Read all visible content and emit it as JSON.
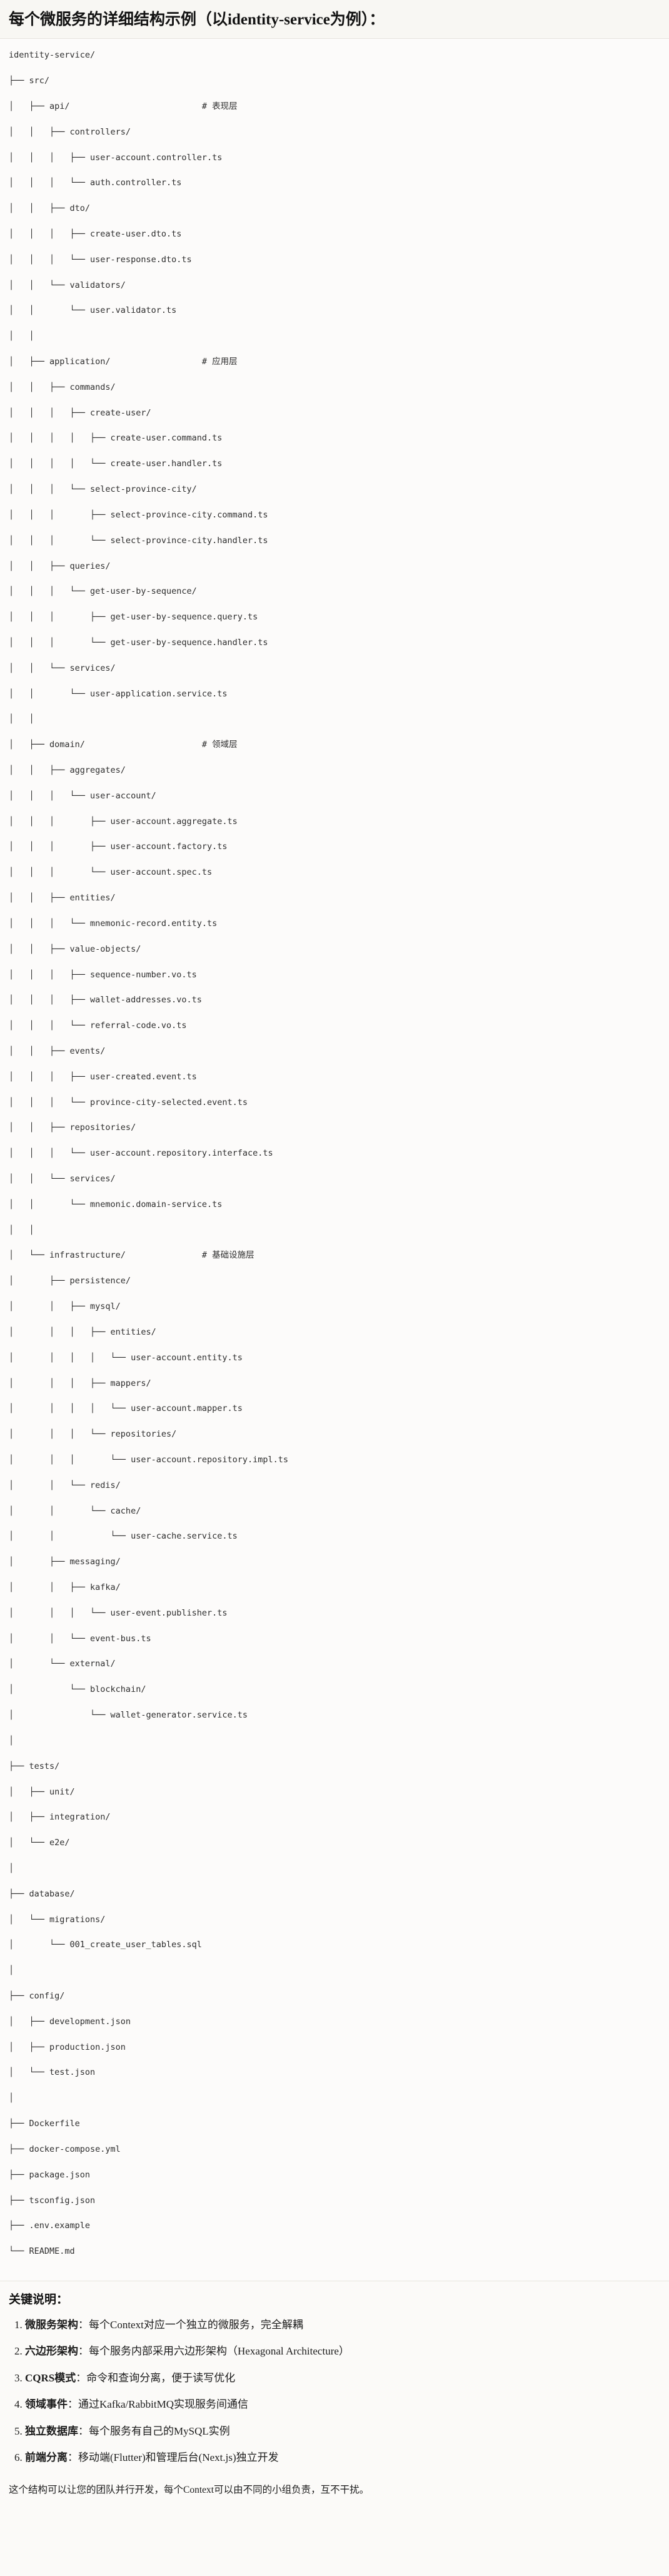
{
  "header": {
    "title": "每个微服务的详细结构示例（以identity-service为例）："
  },
  "tree": {
    "lines": [
      "identity-service/",
      "├── src/",
      "│   ├── api/                          # 表现层",
      "│   │   ├── controllers/",
      "│   │   │   ├── user-account.controller.ts",
      "│   │   │   └── auth.controller.ts",
      "│   │   ├── dto/",
      "│   │   │   ├── create-user.dto.ts",
      "│   │   │   └── user-response.dto.ts",
      "│   │   └── validators/",
      "│   │       └── user.validator.ts",
      "│   │",
      "│   ├── application/                  # 应用层",
      "│   │   ├── commands/",
      "│   │   │   ├── create-user/",
      "│   │   │   │   ├── create-user.command.ts",
      "│   │   │   │   └── create-user.handler.ts",
      "│   │   │   └── select-province-city/",
      "│   │   │       ├── select-province-city.command.ts",
      "│   │   │       └── select-province-city.handler.ts",
      "│   │   ├── queries/",
      "│   │   │   └── get-user-by-sequence/",
      "│   │   │       ├── get-user-by-sequence.query.ts",
      "│   │   │       └── get-user-by-sequence.handler.ts",
      "│   │   └── services/",
      "│   │       └── user-application.service.ts",
      "│   │",
      "│   ├── domain/                       # 领域层",
      "│   │   ├── aggregates/",
      "│   │   │   └── user-account/",
      "│   │   │       ├── user-account.aggregate.ts",
      "│   │   │       ├── user-account.factory.ts",
      "│   │   │       └── user-account.spec.ts",
      "│   │   ├── entities/",
      "│   │   │   └── mnemonic-record.entity.ts",
      "│   │   ├── value-objects/",
      "│   │   │   ├── sequence-number.vo.ts",
      "│   │   │   ├── wallet-addresses.vo.ts",
      "│   │   │   └── referral-code.vo.ts",
      "│   │   ├── events/",
      "│   │   │   ├── user-created.event.ts",
      "│   │   │   └── province-city-selected.event.ts",
      "│   │   ├── repositories/",
      "│   │   │   └── user-account.repository.interface.ts",
      "│   │   └── services/",
      "│   │       └── mnemonic.domain-service.ts",
      "│   │",
      "│   └── infrastructure/               # 基础设施层",
      "│       ├── persistence/",
      "│       │   ├── mysql/",
      "│       │   │   ├── entities/",
      "│       │   │   │   └── user-account.entity.ts",
      "│       │   │   ├── mappers/",
      "│       │   │   │   └── user-account.mapper.ts",
      "│       │   │   └── repositories/",
      "│       │   │       └── user-account.repository.impl.ts",
      "│       │   └── redis/",
      "│       │       └── cache/",
      "│       │           └── user-cache.service.ts",
      "│       ├── messaging/",
      "│       │   ├── kafka/",
      "│       │   │   └── user-event.publisher.ts",
      "│       │   └── event-bus.ts",
      "│       └── external/",
      "│           └── blockchain/",
      "│               └── wallet-generator.service.ts",
      "│",
      "├── tests/",
      "│   ├── unit/",
      "│   ├── integration/",
      "│   └── e2e/",
      "│",
      "├── database/",
      "│   └── migrations/",
      "│       └── 001_create_user_tables.sql",
      "│",
      "├── config/",
      "│   ├── development.json",
      "│   ├── production.json",
      "│   └── test.json",
      "│",
      "├── Dockerfile",
      "├── docker-compose.yml",
      "├── package.json",
      "├── tsconfig.json",
      "├── .env.example",
      "└── README.md"
    ]
  },
  "keypoints": {
    "title": "关键说明：",
    "items": [
      {
        "term": "微服务架构",
        "sep": "：",
        "desc": "每个Context对应一个独立的微服务，完全解耦"
      },
      {
        "term": "六边形架构",
        "sep": "：",
        "desc": "每个服务内部采用六边形架构（Hexagonal Architecture）"
      },
      {
        "term": "CQRS模式",
        "sep": "：",
        "desc": "命令和查询分离，便于读写优化"
      },
      {
        "term": "领域事件",
        "sep": "：",
        "desc": "通过Kafka/RabbitMQ实现服务间通信"
      },
      {
        "term": "独立数据库",
        "sep": "：",
        "desc": "每个服务有自己的MySQL实例"
      },
      {
        "term": "前端分离",
        "sep": "：",
        "desc": "移动端(Flutter)和管理后台(Next.js)独立开发"
      }
    ]
  },
  "closing": {
    "text": "这个结构可以让您的团队并行开发，每个Context可以由不同的小组负责，互不干扰。"
  }
}
